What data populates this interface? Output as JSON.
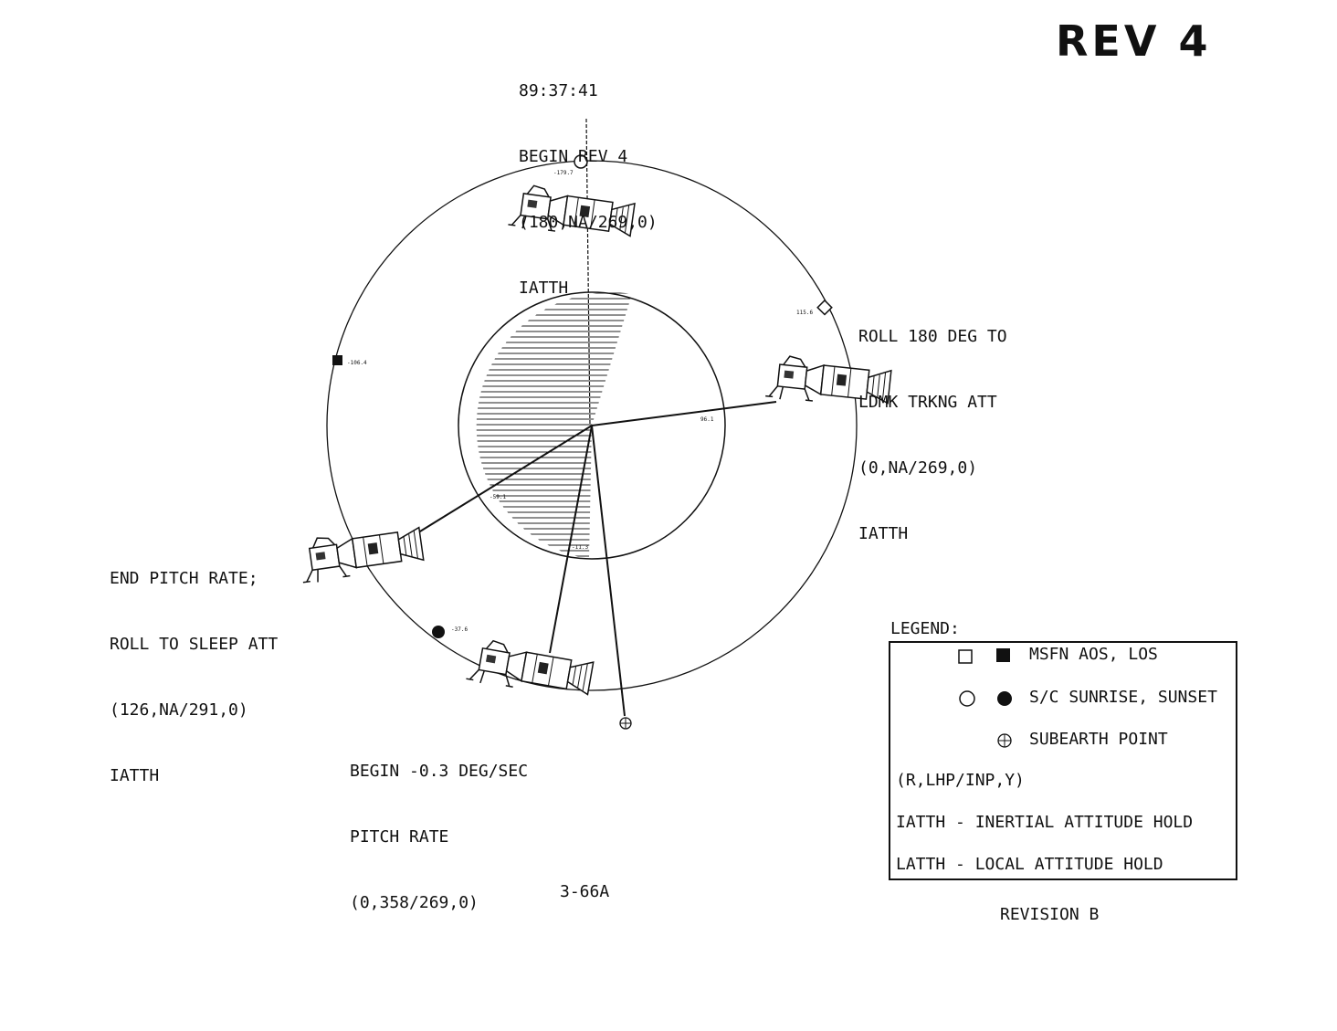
{
  "title": "REV 4",
  "events": [
    {
      "lines": [
        "89:37:41",
        "BEGIN REV 4",
        "(180,NA/269,0)",
        "IATTH"
      ]
    },
    {
      "lines": [
        "ROLL 180 DEG TO",
        "LDMK TRKNG ATT",
        "(0,NA/269,0)",
        "IATTH"
      ]
    },
    {
      "lines": [
        "END PITCH RATE;",
        "ROLL TO SLEEP ATT",
        "(126,NA/291,0)",
        "IATTH"
      ]
    },
    {
      "lines": [
        "BEGIN -0.3 DEG/SEC",
        "PITCH RATE",
        "(0,358/269,0)"
      ]
    }
  ],
  "markers": {
    "sunrise": "-179.7",
    "aos": "115.6",
    "los": "-106.4",
    "sunset": "-37.6",
    "angle_right": "96.1",
    "angle_left": "-59.1",
    "angle_bottom": "-11.3"
  },
  "legend": {
    "title": "LEGEND:",
    "msfn": "MSFN AOS, LOS",
    "sc": "S/C SUNRISE, SUNSET",
    "subearth": "SUBEARTH POINT",
    "format": "(R,LHP/INP,Y)",
    "iatth": "IATTH - INERTIAL ATTITUDE HOLD",
    "latth": "LATTH - LOCAL ATTITUDE HOLD"
  },
  "page_number": "3-66A",
  "revision": "REVISION B"
}
